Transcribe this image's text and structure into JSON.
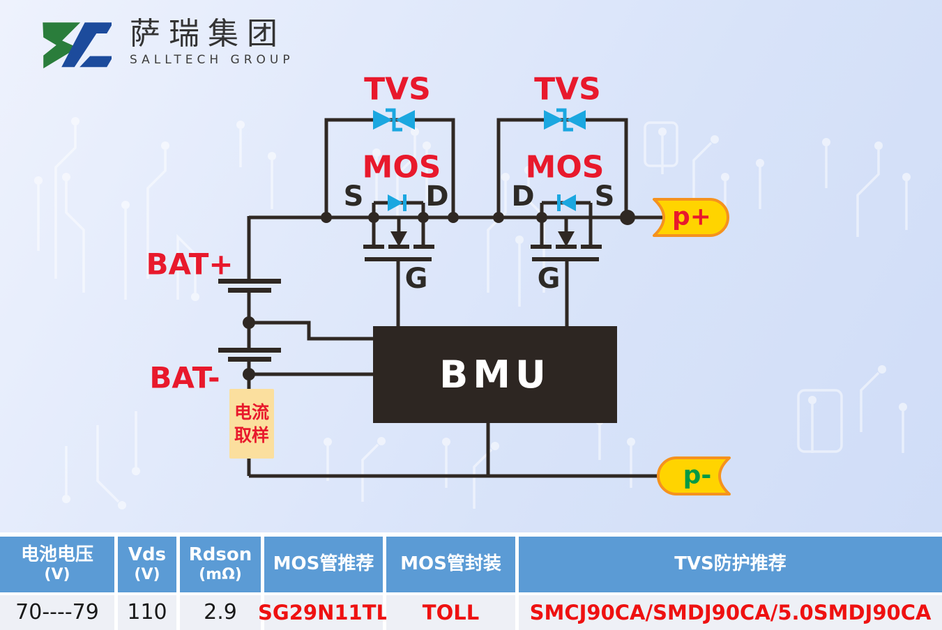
{
  "logo": {
    "title_cn": "萨瑞集团",
    "subtitle_en": "SALLTECH GROUP"
  },
  "circuit": {
    "tvs_left": "TVS",
    "tvs_right": "TVS",
    "mos_left": "MOS",
    "mos_right": "MOS",
    "mos1_source": "S",
    "mos1_drain": "D",
    "mos1_gate": "G",
    "mos2_drain": "D",
    "mos2_source": "S",
    "mos2_gate": "G",
    "bat_plus": "BAT+",
    "bat_minus": "BAT-",
    "current_sense_line1": "电流",
    "current_sense_line2": "取样",
    "bmu": "BMU",
    "p_plus": "p+",
    "p_minus": "p-"
  },
  "colors": {
    "label_red": "#e8192c",
    "diode_blue": "#1ba7e0",
    "wire_dark": "#2f2823",
    "flag_fill": "#ffd400",
    "flag_border": "#f5921e",
    "p_minus_green": "#009a44",
    "bmu_fill": "#2d2622",
    "current_box_fill": "#fbdf9e",
    "table_header_blue": "#5b9bd5",
    "table_part_red": "#ee1111"
  },
  "table": {
    "headers": [
      {
        "line1": "电池电压",
        "line2": "(V)"
      },
      {
        "line1": "Vds",
        "line2": "(V)"
      },
      {
        "line1": "Rdson",
        "line2": "(mΩ)"
      },
      {
        "line1": "MOS管推荐",
        "line2": ""
      },
      {
        "line1": "MOS管封装",
        "line2": ""
      },
      {
        "line1": "TVS防护推荐",
        "line2": ""
      }
    ],
    "row": {
      "battery_voltage": "70----79",
      "vds": "110",
      "rdson": "2.9",
      "mos_part": "SG29N11TL",
      "mos_package": "TOLL",
      "tvs_parts": "SMCJ90CA/SMDJ90CA/5.0SMDJ90CA"
    }
  }
}
